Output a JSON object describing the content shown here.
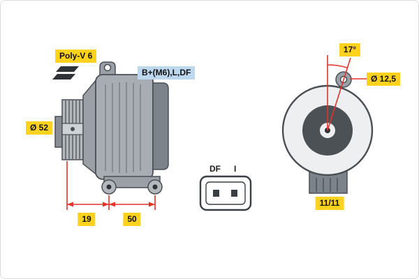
{
  "labels": {
    "belt_type": "Poly-V 6",
    "pulley_diameter": "Ø 52",
    "terminals": "B+(M6),L,DF",
    "dim_left": "19",
    "dim_right": "50",
    "angle": "17°",
    "hole_diameter": "Ø 12,5",
    "fixing_holes": "11/11",
    "connector_pin_left": "DF",
    "connector_pin_right": "I"
  },
  "colors": {
    "label_yellow": "#FFD21E",
    "label_blue": "#BDD7EE",
    "dimension_red": "#E3322B",
    "body_gray": "#9AA0A6",
    "dark_gray": "#4A4F54"
  }
}
